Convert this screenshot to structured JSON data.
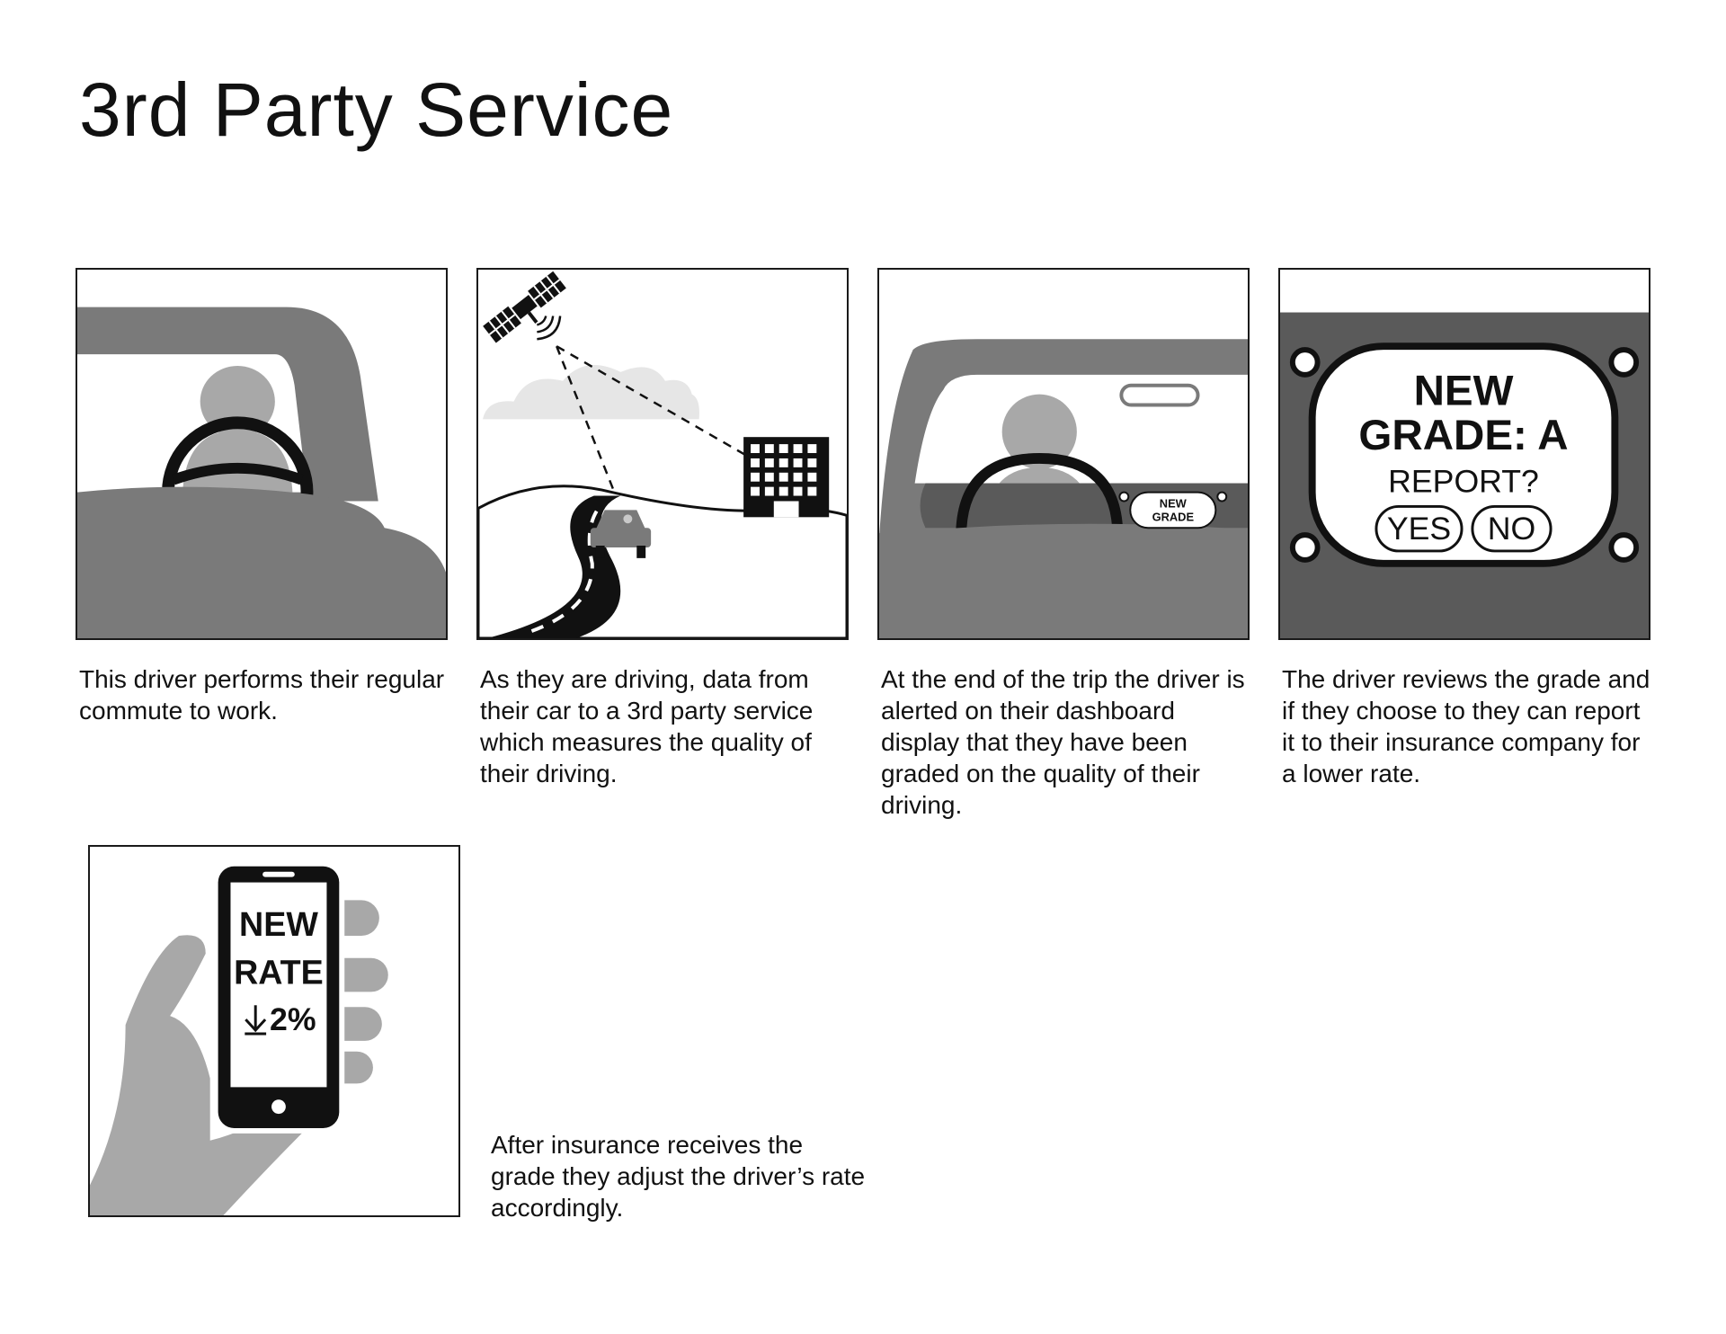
{
  "title": "3rd Party Service",
  "panels": [
    {
      "caption": "This driver performs their regular commute to work."
    },
    {
      "caption": "As they are driving, data from their car to a 3rd party service which measures the quality of their driving."
    },
    {
      "caption": "At the end of the trip the driver is alerted on their dashboard display that they have been graded on the quality of their driving.",
      "dash_badge": [
        "NEW",
        "GRADE"
      ]
    },
    {
      "caption": "The driver reviews the grade and if they choose to they can report it to their insurance company for a lower rate.",
      "screen_lines": [
        "NEW",
        "GRADE: A"
      ],
      "question": "REPORT?",
      "yes_label": "YES",
      "no_label": "NO"
    },
    {
      "caption": "After insurance receives the grade they adjust the driver’s rate accordingly.",
      "phone_lines": [
        "NEW",
        "RATE"
      ],
      "rate_change": "2%",
      "rate_arrow": "down-arrow-icon"
    }
  ],
  "colors": {
    "dark_gray": "#5a5a5a",
    "mid_gray": "#7a7a7a",
    "light_gray": "#a8a8a8",
    "black": "#111111",
    "cloud": "#e6e6e6"
  }
}
